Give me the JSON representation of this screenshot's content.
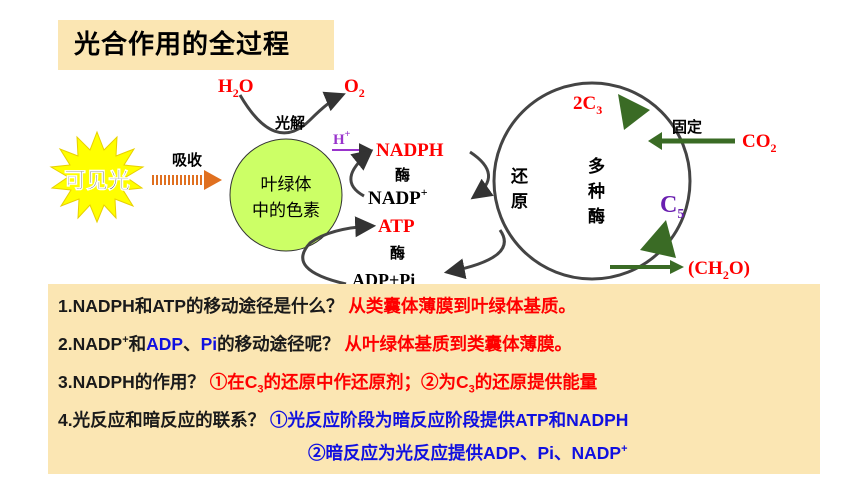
{
  "title": "光合作用的全过程",
  "diagram": {
    "visible_light": "可见光",
    "absorb": "吸收",
    "pigment_line1": "叶绿体",
    "pigment_line2": "中的色素",
    "h2o": "H",
    "h2o_sub": "2",
    "h2o_tail": "O",
    "o2": "O",
    "o2_sub": "2",
    "photolysis": "光解",
    "h_plus": "H",
    "h_plus_sup": "+",
    "nadph": "NADPH",
    "enzyme": "酶",
    "nadp": "NADP",
    "nadp_sup": "+",
    "atp": "ATP",
    "adp_pi": "ADP+Pi",
    "reduction_1": "还",
    "reduction_2": "原",
    "enzymes_1": "多",
    "enzymes_2": "种",
    "enzymes_3": "酶",
    "c3": "2C",
    "c3_sub": "3",
    "fixation": "固定",
    "co2": "CO",
    "co2_sub": "2",
    "c5": "C",
    "c5_sub": "5",
    "ch2o_a": "(CH",
    "ch2o_sub": "2",
    "ch2o_b": "O)"
  },
  "qa": [
    {
      "q": "1.NADPH和ATP的移动途径是什么？",
      "a": "从类囊体薄膜到叶绿体基质。"
    },
    {
      "q_a": "2.NADP",
      "q_sup": "+",
      "q_b": "和",
      "q_blue1": "ADP",
      "q_c": "、",
      "q_blue2": "Pi",
      "q_d": "的移动途径呢？",
      "a": "从叶绿体基质到类囊体薄膜。"
    },
    {
      "q": "3.NADPH的作用？",
      "a_1": "①在C",
      "a_sub1": "3",
      "a_2": "的还原中作还原剂；②为C",
      "a_sub2": "3",
      "a_3": "的还原提供能量"
    },
    {
      "q": "4.光反应和暗反应的联系？",
      "a1": "①光反应阶段为暗反应阶段提供ATP和NADPH",
      "a2": "②暗反应为光反应提供ADP、Pi、NADP",
      "a2_sup": "+"
    }
  ],
  "colors": {
    "title_bg": "#fbe6b3",
    "panel_bg": "#fbe6b3",
    "light_yellow": "#ffff00",
    "pigment_green": "#ccff66",
    "arrow_orange": "#e07020",
    "arrow_green": "#3a6b25",
    "red": "#ff0000",
    "blue": "#1010e0",
    "purple": "#6a1fb0",
    "h_plus": "#9933cc"
  }
}
